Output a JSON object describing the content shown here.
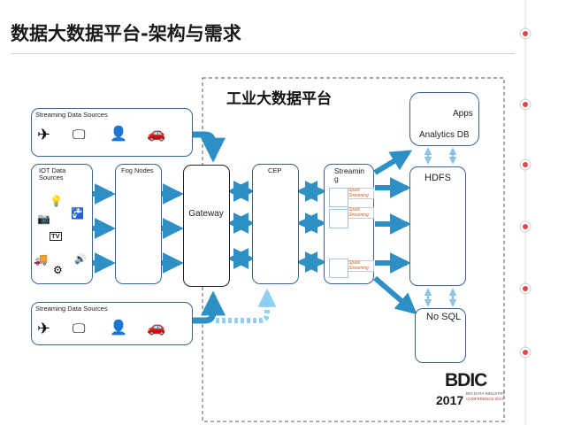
{
  "slide_title": "数据大数据平台-架构与需求",
  "platform_title": "工业大数据平台",
  "streaming_top": {
    "label": "Streaming Data Sources"
  },
  "streaming_bottom": {
    "label": "Streaming Data Sources"
  },
  "iot": {
    "label": "IOT Data Sources",
    "tv_label": "TV"
  },
  "fog": {
    "label": "Fog Nodes"
  },
  "gateway": {
    "label": "Gateway"
  },
  "cep": {
    "label": "CEP"
  },
  "streaming": {
    "label": "Streaming",
    "badge": "Spark Streaming"
  },
  "apps": {
    "label": "Apps"
  },
  "analytics": {
    "label": "Analytics DB"
  },
  "hdfs": {
    "label": "HDFS"
  },
  "nosql": {
    "label": "No SQL"
  },
  "logo": {
    "mark": "BDIC",
    "line1": "BIG DATA INDUSTRY",
    "line2": "CONFERENCE 2017",
    "year": "2017"
  },
  "colors": {
    "frame": "#3c6590",
    "arrow": "#2e8fc4",
    "arrow_light": "#8fd0f0",
    "block": "#2a9fd6",
    "block_edge": "#1e7fb3",
    "logo_red": "#d9262c",
    "deco_red": "#e8464a"
  },
  "icons": [
    "airplane-icon",
    "monitor-icon",
    "person-icon",
    "car-icon",
    "bulb-icon",
    "faucet-icon",
    "camera-icon",
    "tv-icon",
    "truck-icon",
    "robot-arm-icon",
    "speaker-icon",
    "node-stack-icon",
    "cep-engine-icon",
    "spark-icon",
    "database-icon",
    "app-window-icon"
  ]
}
